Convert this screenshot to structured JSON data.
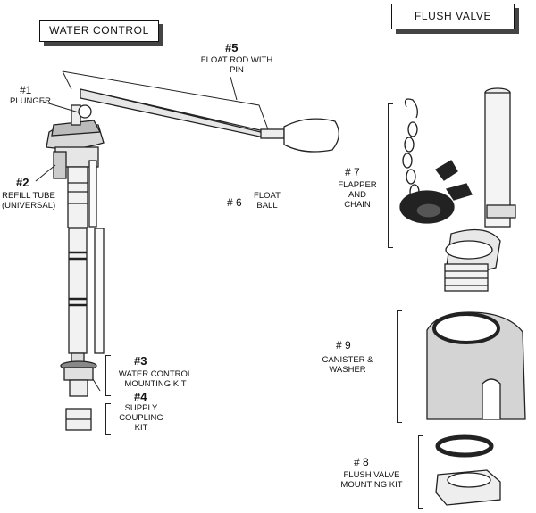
{
  "headers": {
    "water_control": "WATER CONTROL",
    "flush_valve": "FLUSH VALVE"
  },
  "parts": [
    {
      "number": "#1",
      "label": "PLUNGER"
    },
    {
      "number": "#2",
      "label": "REFILL TUBE (UNIVERSAL)"
    },
    {
      "number": "#3",
      "label": "WATER CONTROL MOUNTING KIT"
    },
    {
      "number": "#4",
      "label": "SUPPLY COUPLING KIT"
    },
    {
      "number": "#5",
      "label": "FLOAT ROD WITH PIN"
    },
    {
      "number": "# 6",
      "label": "FLOAT BALL"
    },
    {
      "number": "# 7",
      "label": "FLAPPER AND CHAIN"
    },
    {
      "number": "# 8",
      "label": "FLUSH VALVE MOUNTING KIT"
    },
    {
      "number": "# 9",
      "label": "CANISTER & WASHER"
    }
  ]
}
